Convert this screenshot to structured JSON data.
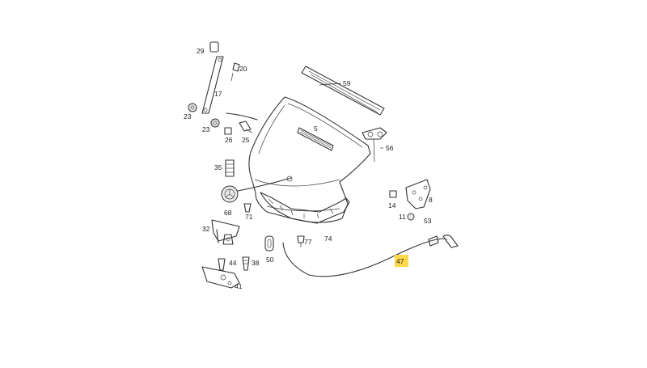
{
  "diagram": {
    "labels": {
      "p29": "29",
      "p20": "20",
      "p17": "17",
      "p23a": "23",
      "p23b": "23",
      "p26": "26",
      "p25": "25",
      "p59": "59",
      "p5": "5",
      "p56": "56",
      "p35": "35",
      "p68": "68",
      "p71": "71",
      "p14": "14",
      "p8": "8",
      "p11": "11",
      "p53": "53",
      "p32": "32",
      "p77": "77",
      "p74": "74",
      "p44": "44",
      "p38": "38",
      "p50": "50",
      "p41": "41",
      "p47": "47"
    },
    "highlighted_part": "47",
    "highlight_color": "#ffd94a"
  }
}
